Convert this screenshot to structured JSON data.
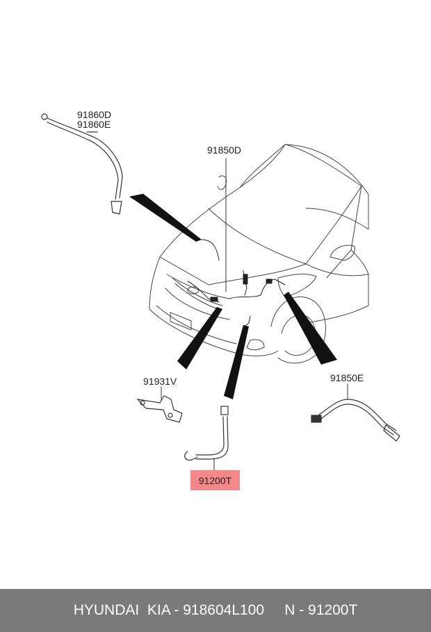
{
  "labels": {
    "part_91860d": "91860D",
    "part_91860e": "91860E",
    "part_91850d": "91850D",
    "part_91931v": "91931V",
    "part_91850e": "91850E",
    "part_91200t": "91200T"
  },
  "footer": {
    "text": "HYUNDAI  KIA - 918604L100     N - 91200T"
  },
  "colors": {
    "highlight": "#f4878a",
    "footer_bg": "#7a7a7a",
    "footer_text": "#ffffff",
    "line": "#333333"
  }
}
